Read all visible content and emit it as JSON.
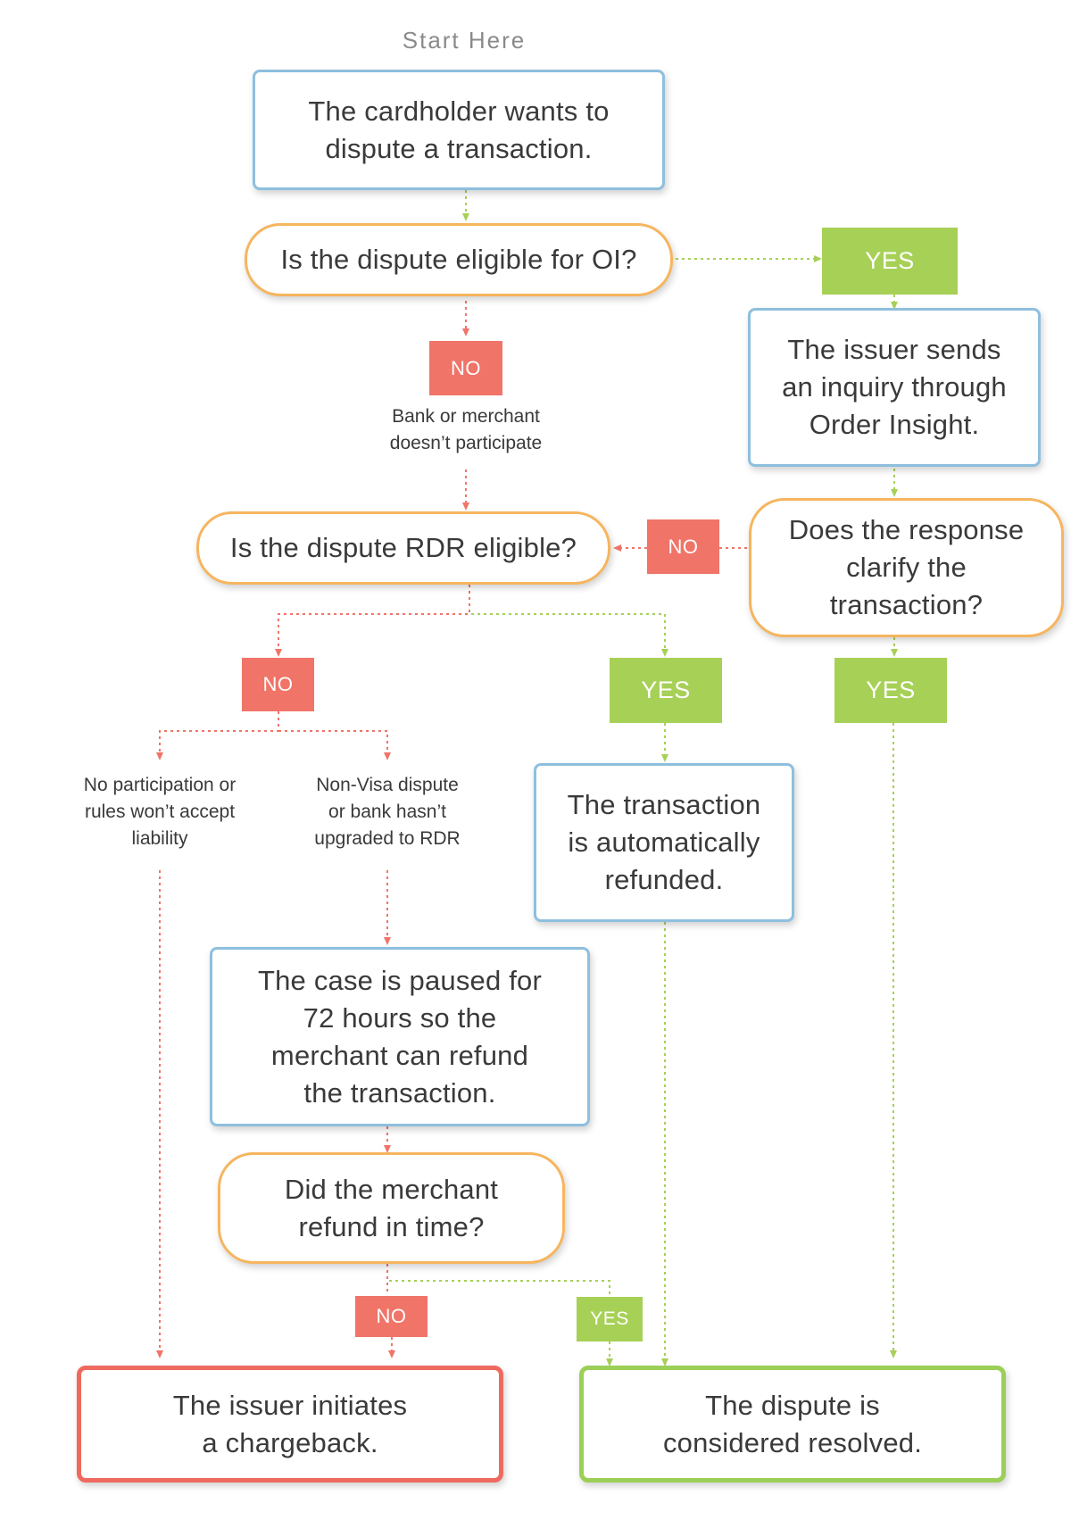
{
  "start_label": "Start Here",
  "nodes": {
    "start": "The cardholder wants to\ndispute a transaction.",
    "q_oi": "Is the dispute eligible for OI?",
    "issuer_inquiry": "The issuer sends\nan inquiry through\nOrder Insight.",
    "q_response": "Does the response\nclarify the\ntransaction?",
    "q_rdr": "Is the dispute RDR eligible?",
    "auto_refund": "The transaction\nis automatically\nrefunded.",
    "case_paused": "The case is paused for\n72 hours so the\nmerchant can refund\nthe transaction.",
    "q_refund_time": "Did the merchant\nrefund in time?",
    "chargeback": "The issuer initiates\na chargeback.",
    "resolved": "The dispute is\nconsidered resolved."
  },
  "labels": {
    "yes": "YES",
    "no": "NO"
  },
  "notes": {
    "oi_no": "Bank or merchant\ndoesn’t participate",
    "rdr_no_left": "No participation or\nrules won’t accept\nliability",
    "rdr_no_right": "Non-Visa dispute\nor bank hasn’t\nupgraded to RDR"
  },
  "colors": {
    "blue": "#8ebfde",
    "orange": "#f6b55e",
    "red": "#ee6a5f",
    "green": "#9ccf57",
    "no_tag": "#f07468",
    "yes_tag": "#a7d057"
  }
}
